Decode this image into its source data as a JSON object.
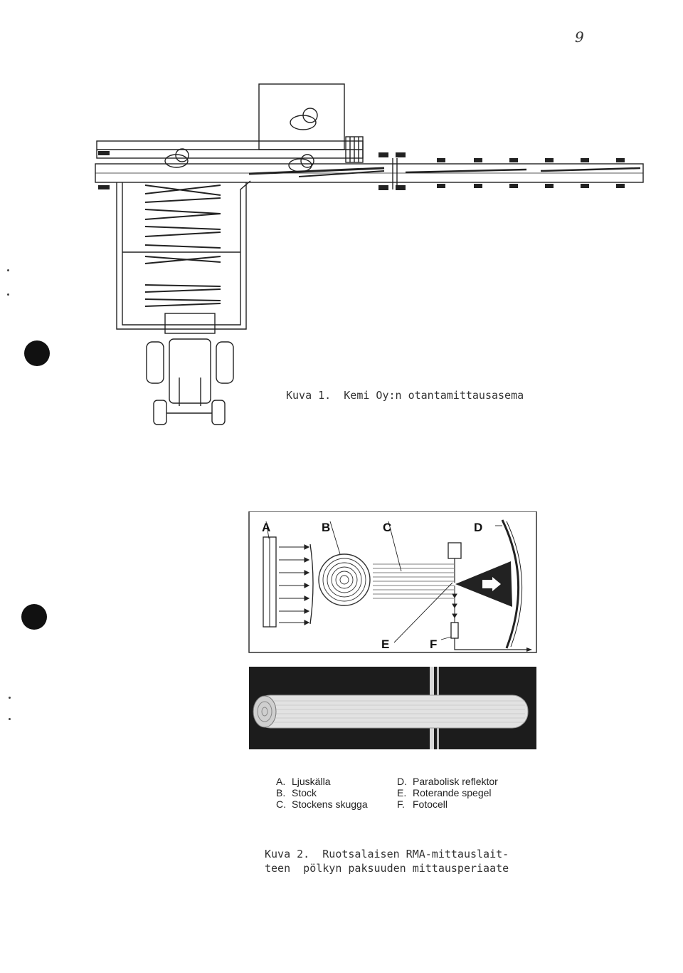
{
  "page_number": "9",
  "figure1": {
    "caption": "Kuva 1.  Kemi Oy:n otantamittausasema"
  },
  "figure2": {
    "diagram_letters": [
      "A",
      "B",
      "C",
      "D",
      "E",
      "F"
    ],
    "legend": [
      {
        "left": {
          "letter": "A.",
          "text": "Ljuskälla"
        },
        "right": {
          "letter": "D.",
          "text": "Parabolisk reflektor"
        }
      },
      {
        "left": {
          "letter": "B.",
          "text": "Stock"
        },
        "right": {
          "letter": "E.",
          "text": "Roterande spegel"
        }
      },
      {
        "left": {
          "letter": "C.",
          "text": "Stockens skugga"
        },
        "right": {
          "letter": "F.",
          "text": "Fotocell"
        }
      }
    ],
    "caption_line1": "Kuva 2.  Ruotsalaisen RMA-mittauslait-",
    "caption_line2": "teen  pölkyn paksuuden mittausperiaate"
  }
}
